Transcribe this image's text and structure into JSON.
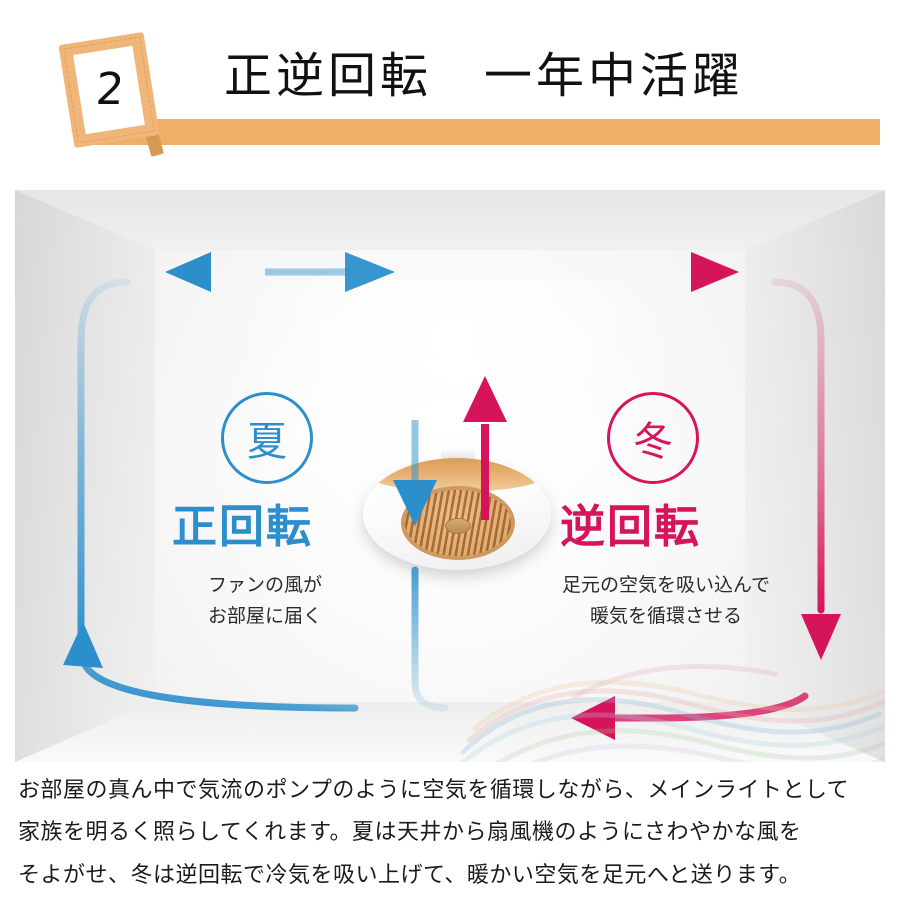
{
  "header": {
    "badge_number": "2",
    "title": "正逆回転　一年中活躍",
    "accent_color": "#eeaf67",
    "frame_icon": "photo-frame-icon"
  },
  "scene": {
    "device": {
      "name": "ceiling-fan-light",
      "wood_color": "#d79a54",
      "body_color": "#ffffff"
    },
    "summer": {
      "season_glyph": "夏",
      "rotation_label": "正回転",
      "description_line1": "ファンの風が",
      "description_line2": "お部屋に届く",
      "color": "#2c8fcc",
      "flow": "downward-forward-rotation"
    },
    "winter": {
      "season_glyph": "冬",
      "rotation_label": "逆回転",
      "description_line1": "足元の空気を吸い込んで",
      "description_line2": "暖気を循環させる",
      "color": "#d6145b",
      "flow": "upward-reverse-rotation"
    },
    "watermark": "rainbow-wave-logo-watermark"
  },
  "caption": {
    "line1": "お部屋の真ん中で気流のポンプのように空気を循環しながら、メインライトとして",
    "line2": "家族を明るく照らしてくれます。夏は天井から扇風機のようにさわやかな風を",
    "line3": "そよがせ、冬は逆回転で冷気を吸い上げて、暖かい空気を足元へと送ります。"
  }
}
